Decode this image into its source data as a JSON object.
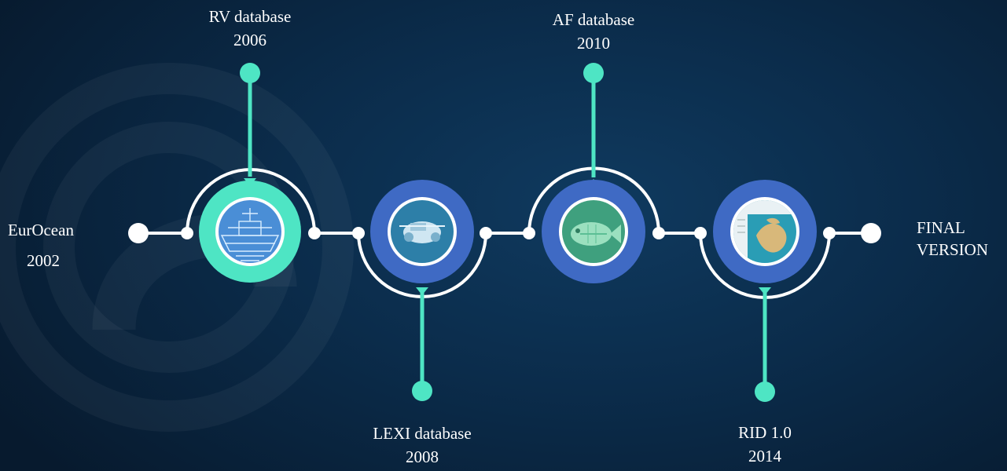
{
  "colors": {
    "accent": "#4ee5c4",
    "ring_blue": "#3f6ac4",
    "line_white": "#ffffff",
    "background": "#0b2c4b"
  },
  "timeline": {
    "start": {
      "name": "EurOcean",
      "year": "2002"
    },
    "milestones": [
      {
        "name": "RV database",
        "year": "2006",
        "icon": "ship-blueprint-icon",
        "label_position": "top"
      },
      {
        "name": "LEXI database",
        "year": "2008",
        "icon": "underwater-vehicle-icon",
        "label_position": "bottom"
      },
      {
        "name": "AF database",
        "year": "2010",
        "icon": "fish-xray-icon",
        "label_position": "top"
      },
      {
        "name": "RID 1.0",
        "year": "2014",
        "icon": "europe-map-icon",
        "label_position": "bottom"
      }
    ],
    "end": {
      "line1": "FINAL",
      "line2": "VERSION"
    }
  }
}
